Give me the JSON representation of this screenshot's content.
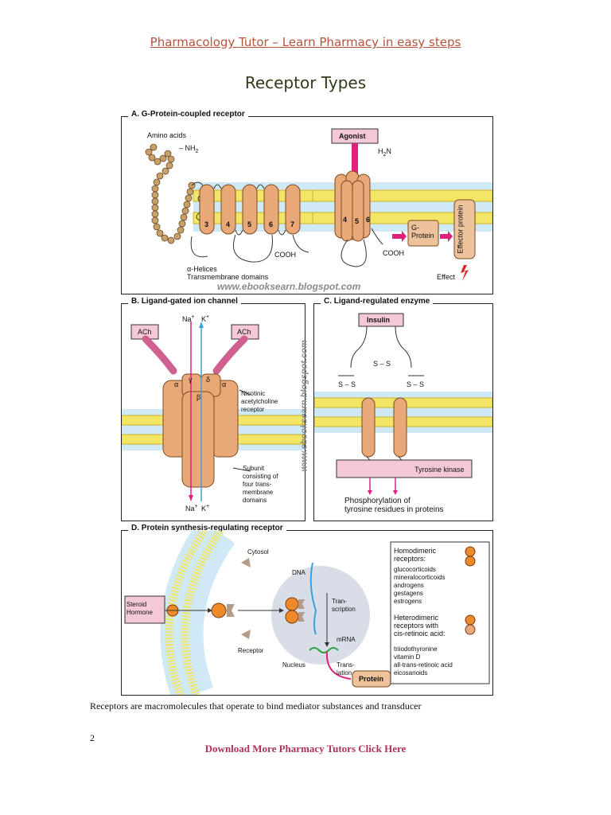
{
  "header": {
    "link_text": "Pharmacology Tutor – Learn Pharmacy in easy steps"
  },
  "page": {
    "title": "Receptor Types"
  },
  "panel_a": {
    "title": "A. G-Protein-coupled receptor",
    "amino_acids": "Amino acids",
    "nh2": "NH",
    "nh2_sub": "2",
    "helix_numbers": [
      "3",
      "4",
      "5",
      "6",
      "7"
    ],
    "cooh": "COOH",
    "alpha_helices": "α-Helices",
    "tm_domains": "Transmembrane domains",
    "agonist": "Agonist",
    "h2n": "H",
    "h2n_sub": "2",
    "h2n_n": "N",
    "right_helix_numbers": [
      "4",
      "5",
      "6"
    ],
    "g_protein": "G-\nProtein",
    "effector_protein": "Effector protein",
    "effect": "Effect",
    "watermark": "www.ebooksearn.blogspot.com"
  },
  "panel_b": {
    "title": "B. Ligand-gated ion channel",
    "ach_left": "ACh",
    "ach_right": "ACh",
    "na_top": "Na",
    "na_top_sup": "+",
    "k_top": "K",
    "k_top_sup": "+",
    "na_bottom": "Na",
    "na_bottom_sup": "+",
    "k_bottom": "K",
    "k_bottom_sup": "+",
    "subunits": [
      "α",
      "γ",
      "δ",
      "α",
      "β"
    ],
    "nicotinic": "Nicotinic\nacetylcholine\nreceptor",
    "subunit_desc": "Subunit\nconsisting of\nfour trans-\nmembrane\ndomains",
    "watermark": "www.ebooksearn.blogspot.com"
  },
  "panel_c": {
    "title": "C. Ligand-regulated enzyme",
    "insulin": "Insulin",
    "ss_top": "S – S",
    "ss_left": "S – S",
    "ss_right": "S – S",
    "tyrosine_kinase": "Tyrosine kinase",
    "phosphorylation": "Phosphorylation of\ntyrosine residues in proteins"
  },
  "panel_d": {
    "title": "D. Protein synthesis-regulating receptor",
    "cytosol": "Cytosol",
    "steroid_hormone": "Steroid\nHormone",
    "receptor": "Receptor",
    "dna": "DNA",
    "transcription": "Tran-\nscription",
    "mrna": "mRNA",
    "nucleus": "Nucleus",
    "translation": "Trans-\nlation",
    "protein": "Protein",
    "homodimeric_title": "Homodimeric\nreceptors:",
    "homodimeric_list": [
      "glucocorticoids",
      "mineralocorticoids",
      "androgens",
      "gestagens",
      "estrogens"
    ],
    "heterodimeric_title": "Heterodimeric\nreceptors with\ncis-retinoic acid:",
    "heterodimeric_list": [
      "triiodothyronine",
      "vitamin D",
      "all-trans-retinoic acid",
      "eicosanoids"
    ]
  },
  "body": {
    "caption": "Receptors are macromolecules that operate to bind mediator substances and transducer",
    "page_number": "2"
  },
  "footer": {
    "link_text": "Download More Pharmacy Tutors Click Here"
  },
  "colors": {
    "link": "#b5533c",
    "title": "#2e3b18",
    "footer_link": "#b0305e",
    "helix": "#e9a878",
    "membrane_blue": "#bfe3f3",
    "lipid": "#f1e46a",
    "pink_box": "#f4c8d8",
    "magenta": "#e0207a"
  }
}
